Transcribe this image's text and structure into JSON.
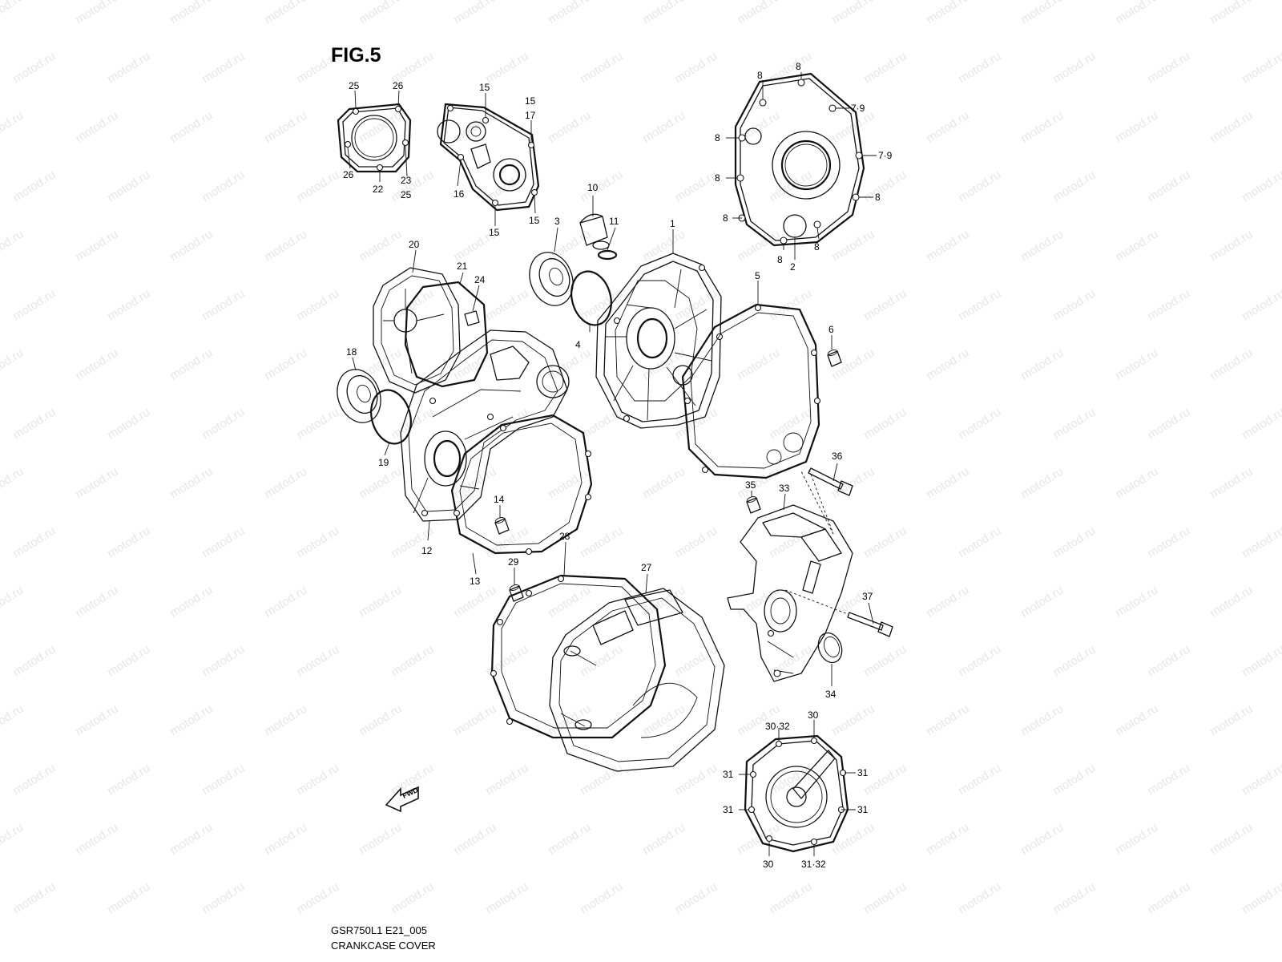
{
  "figure": {
    "title": "FIG.5"
  },
  "footer": {
    "model_code": "GSR750L1 E21_005",
    "caption": "CRANKCASE COVER"
  },
  "watermark": {
    "text": "motod.ru"
  },
  "fwd_arrow": {
    "label": "FWD"
  },
  "callouts": {
    "c1": "1",
    "c2": "2",
    "c3": "3",
    "c4": "4",
    "c5": "5",
    "c6": "6",
    "c8a": "8",
    "c8b": "8",
    "c8c": "8",
    "c8d": "8",
    "c8e": "8",
    "c8f": "8",
    "c8g": "8",
    "c8h": "8",
    "c79a": "7·9",
    "c79b": "7·9",
    "c10": "10",
    "c11": "11",
    "c12": "12",
    "c13": "13",
    "c14": "14",
    "c15a": "15",
    "c15b": "15",
    "c15c": "15",
    "c15d": "15",
    "c16": "16",
    "c17": "17",
    "c18": "18",
    "c19": "19",
    "c20": "20",
    "c21": "21",
    "c22": "22",
    "c23": "23",
    "c24": "24",
    "c25a": "25",
    "c25b": "25",
    "c26a": "26",
    "c26b": "26",
    "c27": "27",
    "c28": "28",
    "c29": "29",
    "c30a": "30",
    "c30b": "30",
    "c3032": "30·32",
    "c31a": "31",
    "c31b": "31",
    "c31c": "31",
    "c31d": "31",
    "c3132": "31·32",
    "c33": "33",
    "c34": "34",
    "c35": "35",
    "c36": "36",
    "c37": "37"
  },
  "colors": {
    "line": "#111111",
    "background": "#ffffff",
    "watermark": "#e6e6e6"
  }
}
